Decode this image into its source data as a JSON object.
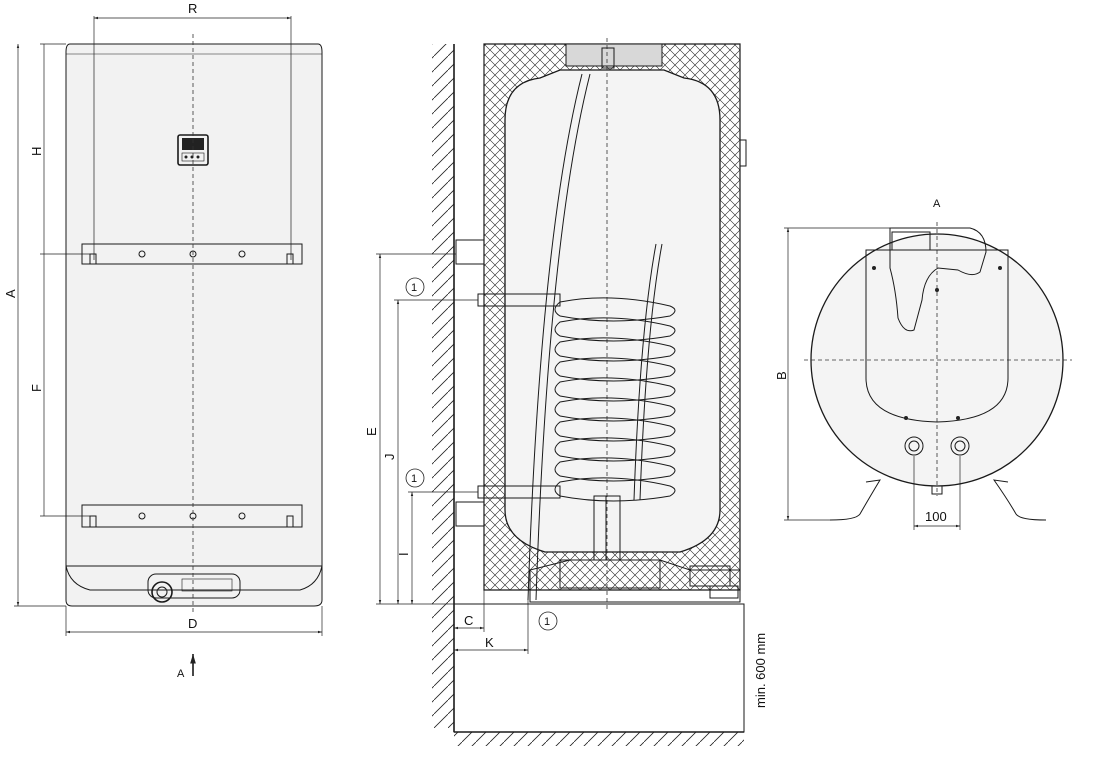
{
  "labels": {
    "R": "R",
    "H": "H",
    "A": "A",
    "F": "F",
    "D": "D",
    "E": "E",
    "J": "J",
    "I": "I",
    "C": "C",
    "K": "K",
    "B": "B",
    "view_arrow": "A",
    "view_title": "A",
    "callout": "1",
    "spacing": "100",
    "clearance": "min. 600 mm"
  }
}
